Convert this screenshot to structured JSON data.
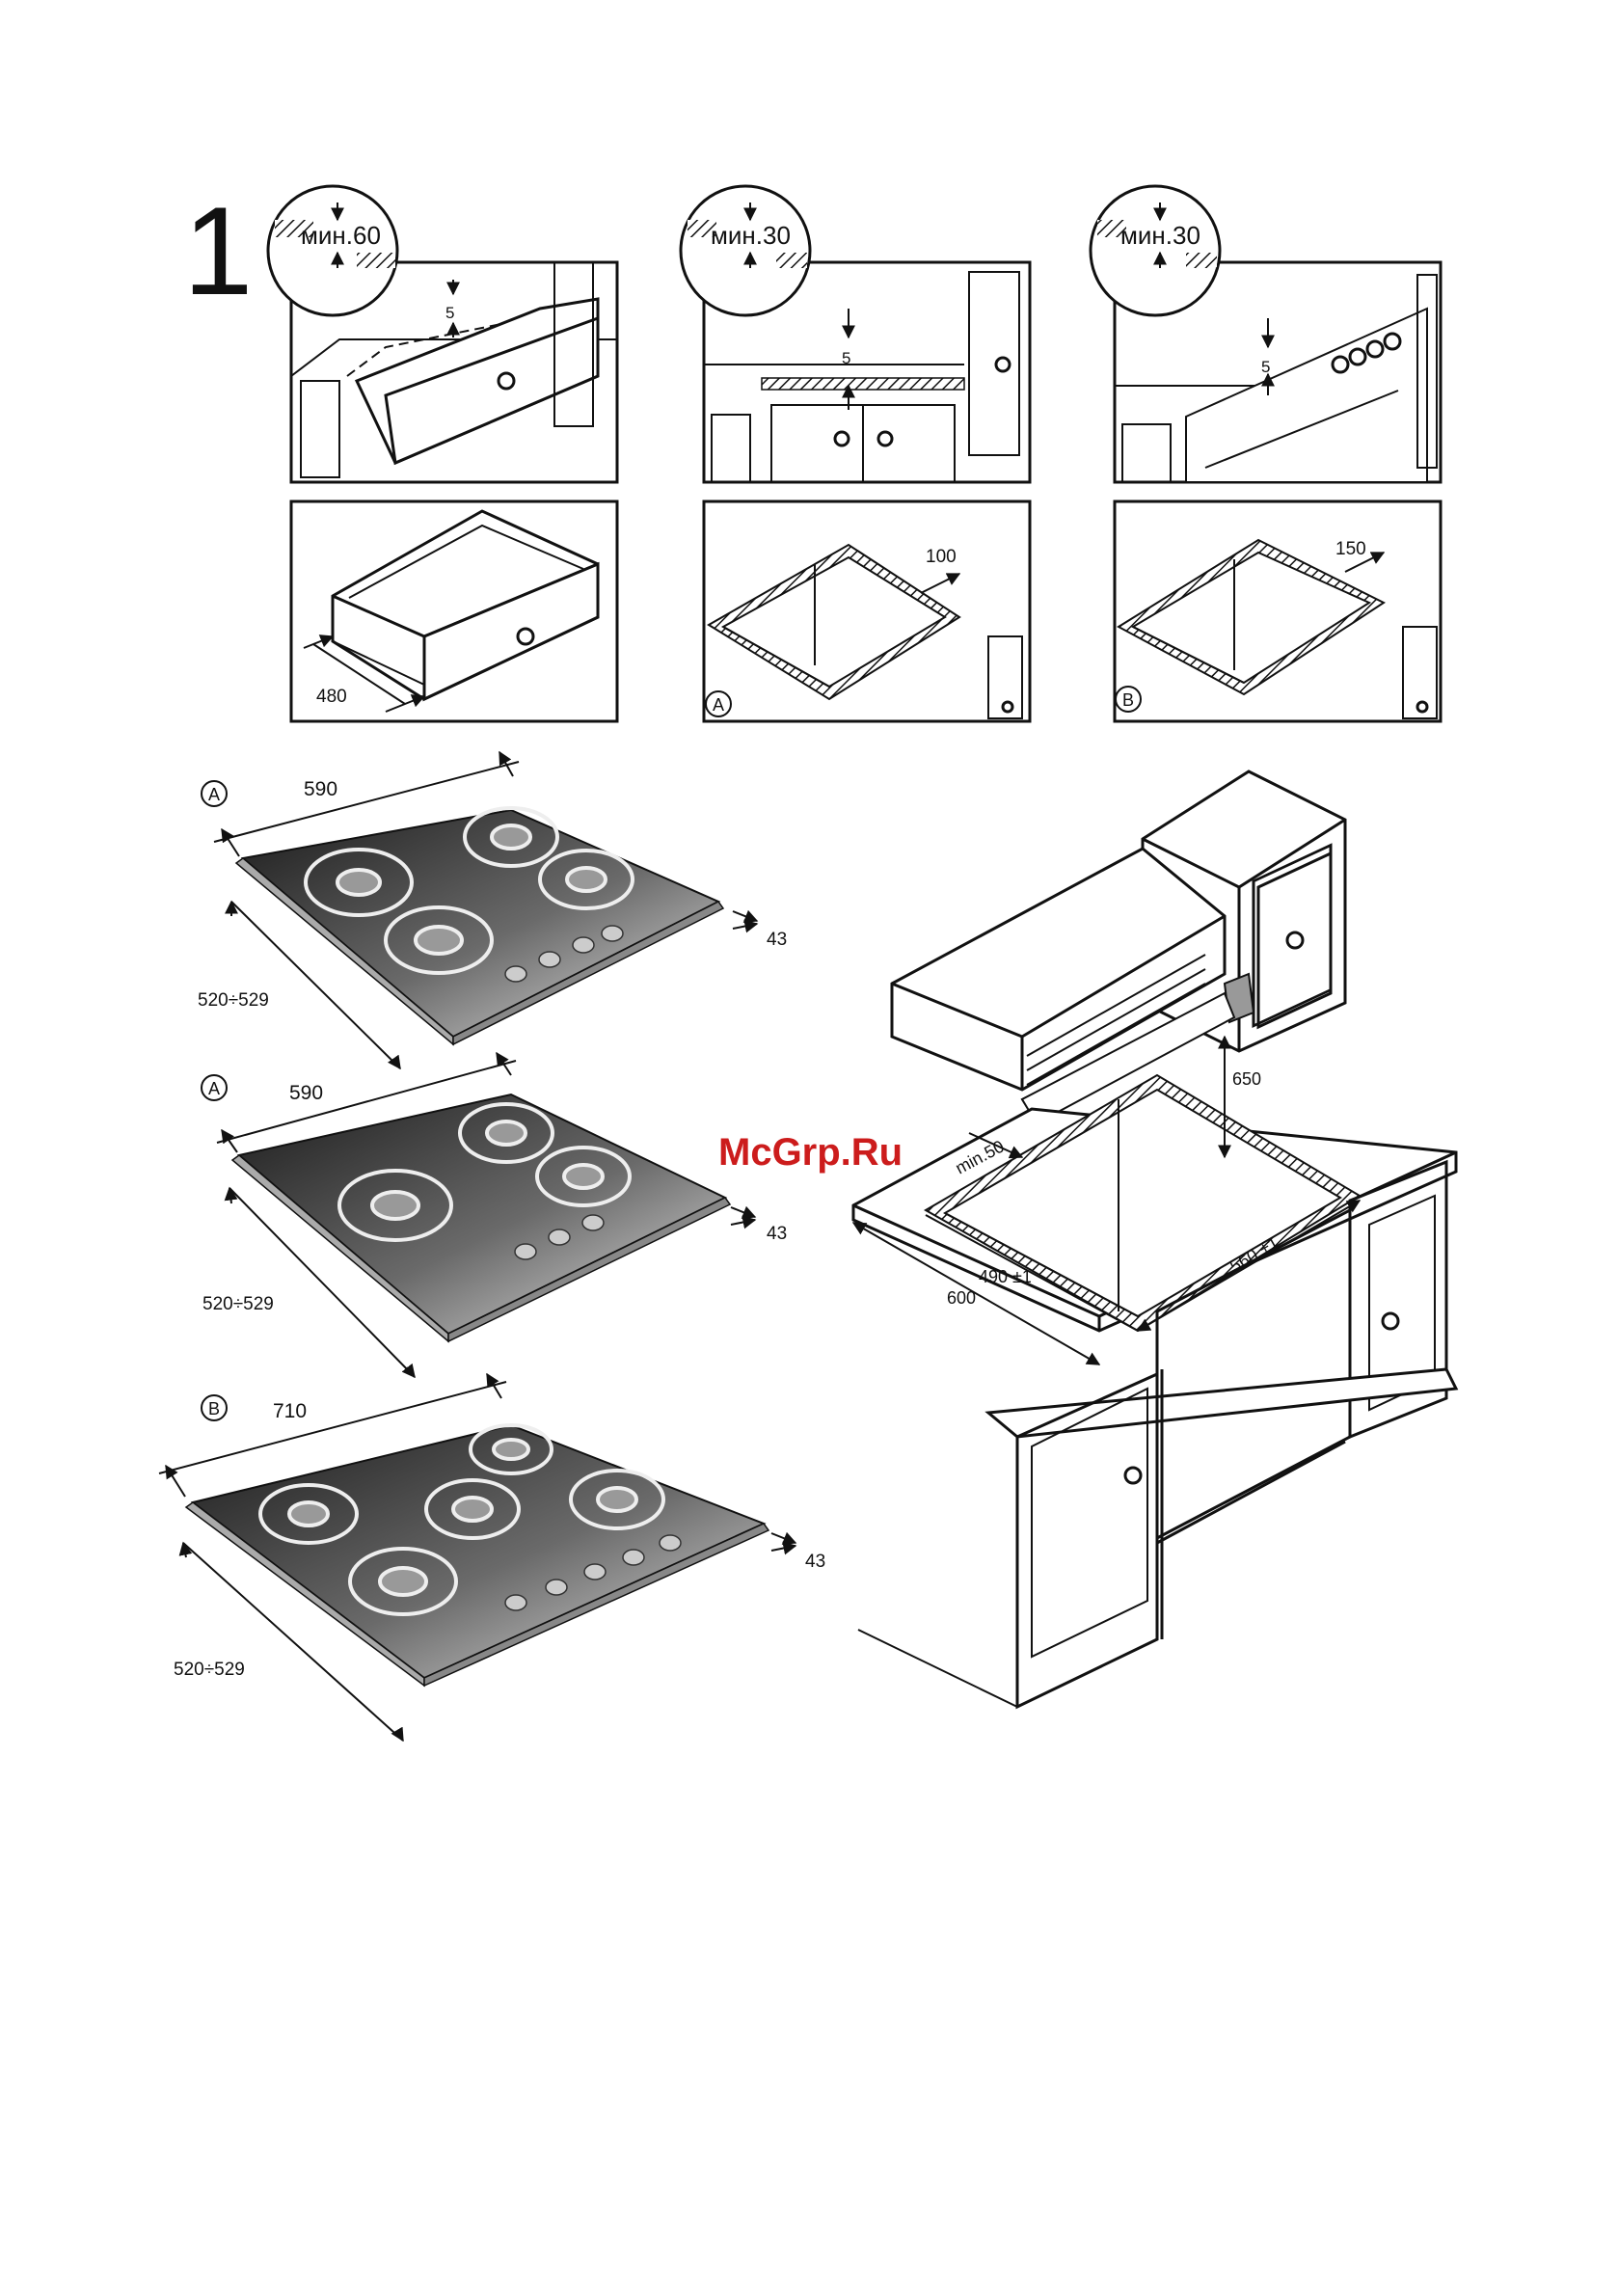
{
  "figure_number": "1",
  "colors": {
    "ink": "#111111",
    "watermark": "#cc1c1c",
    "paper": "#ffffff",
    "glass_dark": "#1a1a1a",
    "glass_light": "#e6e6e6"
  },
  "top_row": [
    {
      "clearance_label": "мин.60",
      "gap": "5"
    },
    {
      "clearance_label": "мин.30",
      "gap": "5"
    },
    {
      "clearance_label": "мин.30",
      "gap": "5"
    }
  ],
  "middle_row": [
    {
      "dimension": "480"
    },
    {
      "dimension": "100",
      "variant": "A"
    },
    {
      "dimension": "150",
      "variant": "B"
    }
  ],
  "hobs": [
    {
      "variant": "A",
      "width": "590",
      "depth": "520÷529",
      "height": "43"
    },
    {
      "variant": "A",
      "width": "590",
      "depth": "520÷529",
      "height": "43"
    },
    {
      "variant": "B",
      "width": "710",
      "depth": "520÷529",
      "height": "43"
    }
  ],
  "installation": {
    "hood_height": "650",
    "min_side": "min.50",
    "cutout_depth": "490 ±1",
    "cutout_width": "560 ±1",
    "counter_depth": "600"
  },
  "watermark": "McGrp.Ru"
}
